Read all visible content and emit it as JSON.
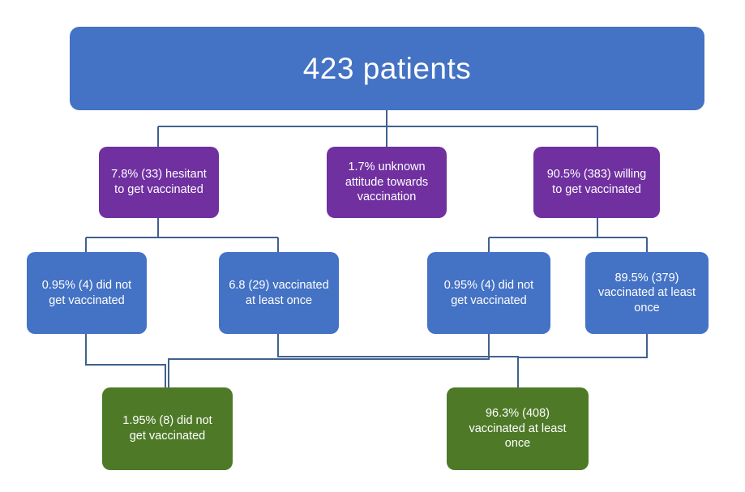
{
  "chart_data": {
    "type": "diagram",
    "title": "423 patients vaccination flow",
    "root": {
      "label": "423 patients",
      "count": 423
    },
    "levels": [
      {
        "level": 1,
        "nodes": [
          {
            "label": "423 patients",
            "percent": null,
            "count": 423,
            "color": "#4472C4"
          }
        ]
      },
      {
        "level": 2,
        "nodes": [
          {
            "label": "7.8% (33) hesitant to get vaccinated",
            "percent": 7.8,
            "count": 33,
            "color": "#7030A0"
          },
          {
            "label": "1.7% unknown attitude towards vaccination",
            "percent": 1.7,
            "count": null,
            "color": "#7030A0"
          },
          {
            "label": "90.5% (383) willing to get vaccinated",
            "percent": 90.5,
            "count": 383,
            "color": "#7030A0"
          }
        ]
      },
      {
        "level": 3,
        "nodes": [
          {
            "label": "0.95% (4) did not get vaccinated",
            "percent": 0.95,
            "count": 4,
            "color": "#4472C4"
          },
          {
            "label": "6.8 (29) vaccinated at least once",
            "percent": 6.8,
            "count": 29,
            "color": "#4472C4"
          },
          {
            "label": "0.95% (4) did not get vaccinated",
            "percent": 0.95,
            "count": 4,
            "color": "#4472C4"
          },
          {
            "label": "89.5% (379) vaccinated at least once",
            "percent": 89.5,
            "count": 379,
            "color": "#4472C4"
          }
        ]
      },
      {
        "level": 4,
        "nodes": [
          {
            "label": "1.95% (8) did not get vaccinated",
            "percent": 1.95,
            "count": 8,
            "color": "#4E7A28"
          },
          {
            "label": "96.3%  (408) vaccinated at least once",
            "percent": 96.3,
            "count": 408,
            "color": "#4E7A28"
          }
        ]
      }
    ]
  },
  "colors": {
    "blue": "#4472C4",
    "purple": "#7030A0",
    "green": "#4E7A28",
    "connector": "#41618E",
    "background": "#FFFFFF",
    "text": "#FFFFFF"
  },
  "nodes": {
    "root": {
      "text": "423 patients"
    },
    "hesitant": {
      "text": "7.8% (33) hesitant\nto get vaccinated"
    },
    "unknown": {
      "text": "1.7% unknown\nattitude towards\nvaccination"
    },
    "willing": {
      "text": "90.5% (383) willing\nto get vaccinated"
    },
    "hesitant_not_vaccinated": {
      "text": "0.95% (4) did not\nget vaccinated"
    },
    "hesitant_vaccinated": {
      "text": "6.8 (29) vaccinated\nat least once"
    },
    "willing_not_vaccinated": {
      "text": "0.95% (4) did not\nget vaccinated"
    },
    "willing_vaccinated": {
      "text": "89.5% (379)\nvaccinated at least\nonce"
    },
    "total_not_vaccinated": {
      "text": "1.95% (8) did not\nget vaccinated"
    },
    "total_vaccinated": {
      "text": "96.3%  (408)\nvaccinated at least\nonce"
    }
  }
}
